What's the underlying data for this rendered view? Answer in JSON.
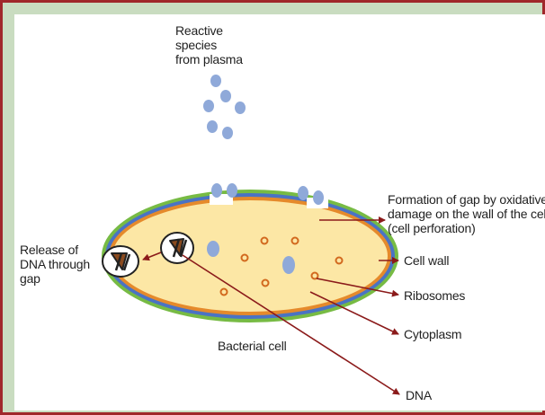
{
  "labels": {
    "reactive_1": "Reactive",
    "reactive_2": "species",
    "reactive_3": "from plasma",
    "gap_1": "Formation of gap by oxidative",
    "gap_2": "damage on the wall of the cell",
    "gap_3": "(cell perforation)",
    "release_1": "Release of",
    "release_2": "DNA through",
    "release_3": "gap",
    "cell_wall": "Cell wall",
    "ribosomes": "Ribosomes",
    "cytoplasm": "Cytoplasm",
    "dna": "DNA",
    "bacterial_cell": "Bacterial cell"
  },
  "colors": {
    "frame_border": "#a0272a",
    "frame_bg": "#c9dcc0",
    "cytoplasm": "#fce7a5",
    "wall_green": "#77bb44",
    "wall_blue": "#4a73c4",
    "wall_orange": "#e58a2b",
    "reactive_species": "#8fa9d9",
    "ribosome": "#e48a36",
    "arrow": "#8b1a1a",
    "dna": "#8a4a1e"
  }
}
